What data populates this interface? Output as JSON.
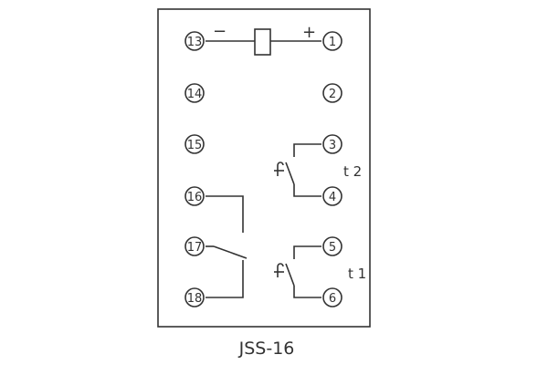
{
  "diagram": {
    "model": "JSS-16",
    "coil": {
      "minus_sign": "−",
      "plus_sign": "+"
    },
    "terminals": {
      "t13": "13",
      "t14": "14",
      "t15": "15",
      "t16": "16",
      "t17": "17",
      "t18": "18",
      "t1": "1",
      "t2": "2",
      "t3": "3",
      "t4": "4",
      "t5": "5",
      "t6": "6"
    },
    "contact_labels": {
      "upper": "t 2",
      "lower": "t 1"
    }
  }
}
